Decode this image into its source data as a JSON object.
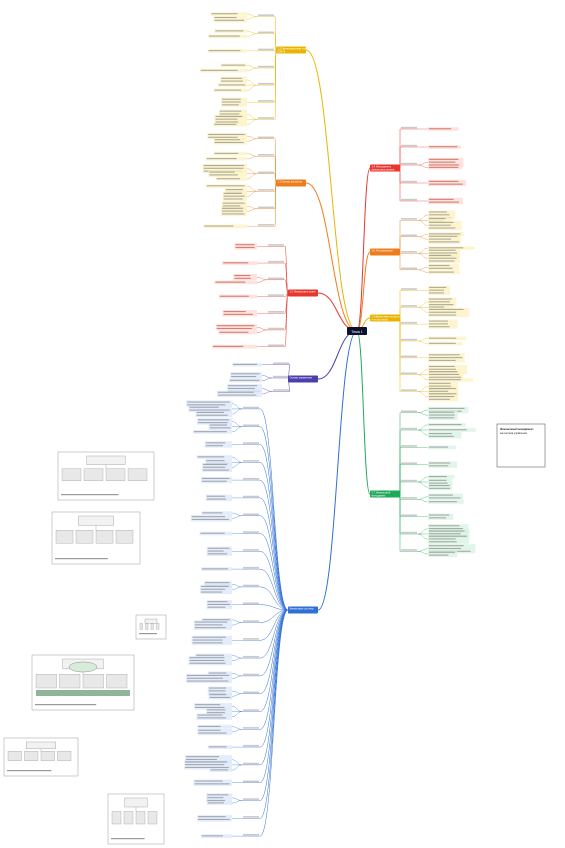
{
  "central": {
    "label": "Тема 1"
  },
  "colors": {
    "yellow": "#e8b400",
    "orange": "#ef7c1c",
    "red": "#e8362d",
    "purple": "#4b3fae",
    "blue": "#2f6fd6",
    "green": "#1faa59",
    "paleYellow": "#fdf3c4",
    "paleGreen": "#d9f3e2",
    "paleBlue": "#dce8fb",
    "paleRed": "#fbdcd7"
  },
  "branches": [
    {
      "id": "b1",
      "color": "yellow",
      "label": "1.2.Организационная структура",
      "labelLine2": "ПИФ Ф"
    },
    {
      "id": "b2",
      "color": "orange",
      "label": "1.1.Основы финансов",
      "labelLine2": ""
    },
    {
      "id": "b3",
      "color": "red",
      "label": "1.5. Финансовые рынки",
      "labelLine2": ""
    },
    {
      "id": "b4",
      "color": "purple",
      "label": "Основы управления",
      "labelLine2": ""
    },
    {
      "id": "b5",
      "color": "blue",
      "label": "Финансовые системы",
      "labelLine2": ""
    },
    {
      "id": "b6",
      "color": "red",
      "label": "1.4. Инструменты",
      "labelLine2": "финансовых рынков"
    },
    {
      "id": "b7",
      "color": "orange",
      "label": "1.6. Регулирование",
      "labelLine2": ""
    },
    {
      "id": "b8",
      "color": "yellow",
      "label": "1.3.Финансовые ресурсы",
      "labelLine2": "и их источники"
    },
    {
      "id": "b9",
      "color": "green",
      "label": "1.7. Финансовый",
      "labelLine2": "менеджмент"
    }
  ],
  "callout": {
    "title": "Финансовый менеджмент",
    "line2": "как система управления"
  }
}
